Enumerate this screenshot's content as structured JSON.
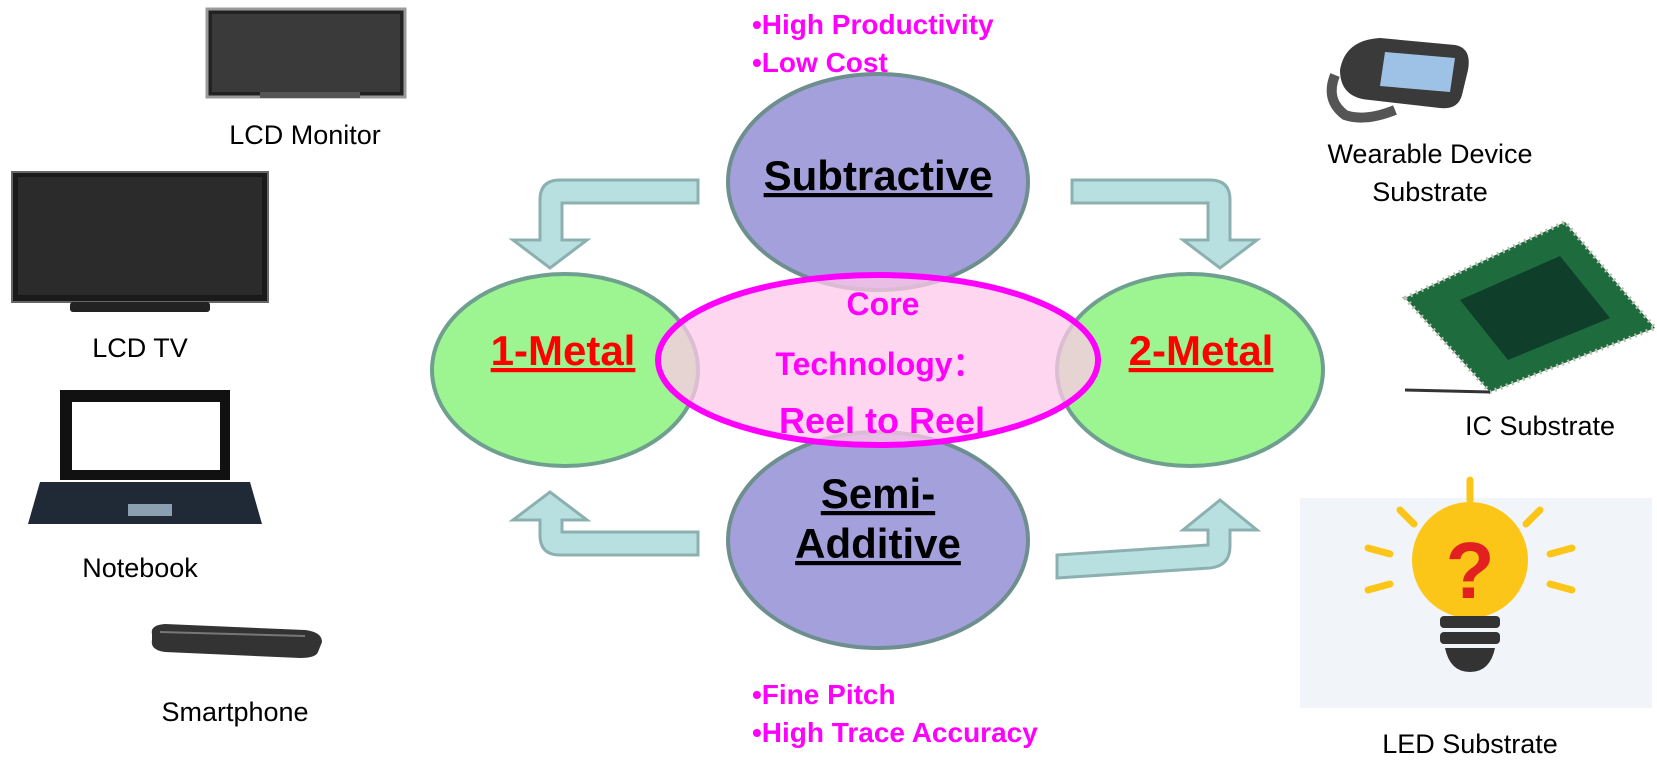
{
  "top_features": [
    "•High Productivity",
    "•Low Cost"
  ],
  "bottom_features": [
    "•Fine Pitch",
    "•High Trace Accuracy"
  ],
  "nodes": {
    "subtractive": "Subtractive",
    "semi_additive_line1": "Semi-",
    "semi_additive_line2": "Additive",
    "one_metal": "1-Metal",
    "two_metal": "2-Metal"
  },
  "core": {
    "line1": "Core",
    "line2": "Technology：",
    "line3": "Reel to Reel"
  },
  "left_products": [
    {
      "label": "LCD Monitor",
      "icon": "lcd-monitor-icon"
    },
    {
      "label": "LCD TV",
      "icon": "lcd-tv-icon"
    },
    {
      "label": "Notebook",
      "icon": "notebook-icon"
    },
    {
      "label": "Smartphone",
      "icon": "smartphone-icon"
    }
  ],
  "right_products": [
    {
      "label_line1": "Wearable Device",
      "label_line2": "Substrate",
      "icon": "wearable-device-icon"
    },
    {
      "label": "IC Substrate",
      "icon": "ic-chip-icon"
    },
    {
      "label": "LED Substrate",
      "icon": "lightbulb-question-icon",
      "glyph": "?"
    }
  ],
  "colors": {
    "feature_text": "#ff00ff",
    "metal_label": "#ff0000",
    "subtractive_fill": "#a4a0dc",
    "metal_fill": "#9cf590",
    "core_fill": "#ffc8ea",
    "core_stroke": "#ff00ff",
    "arrow_fill": "#b9e0e0",
    "arrow_stroke": "#8cb0b0",
    "bulb": "#fcc619",
    "bulb_bg": "#f1f5fa"
  }
}
